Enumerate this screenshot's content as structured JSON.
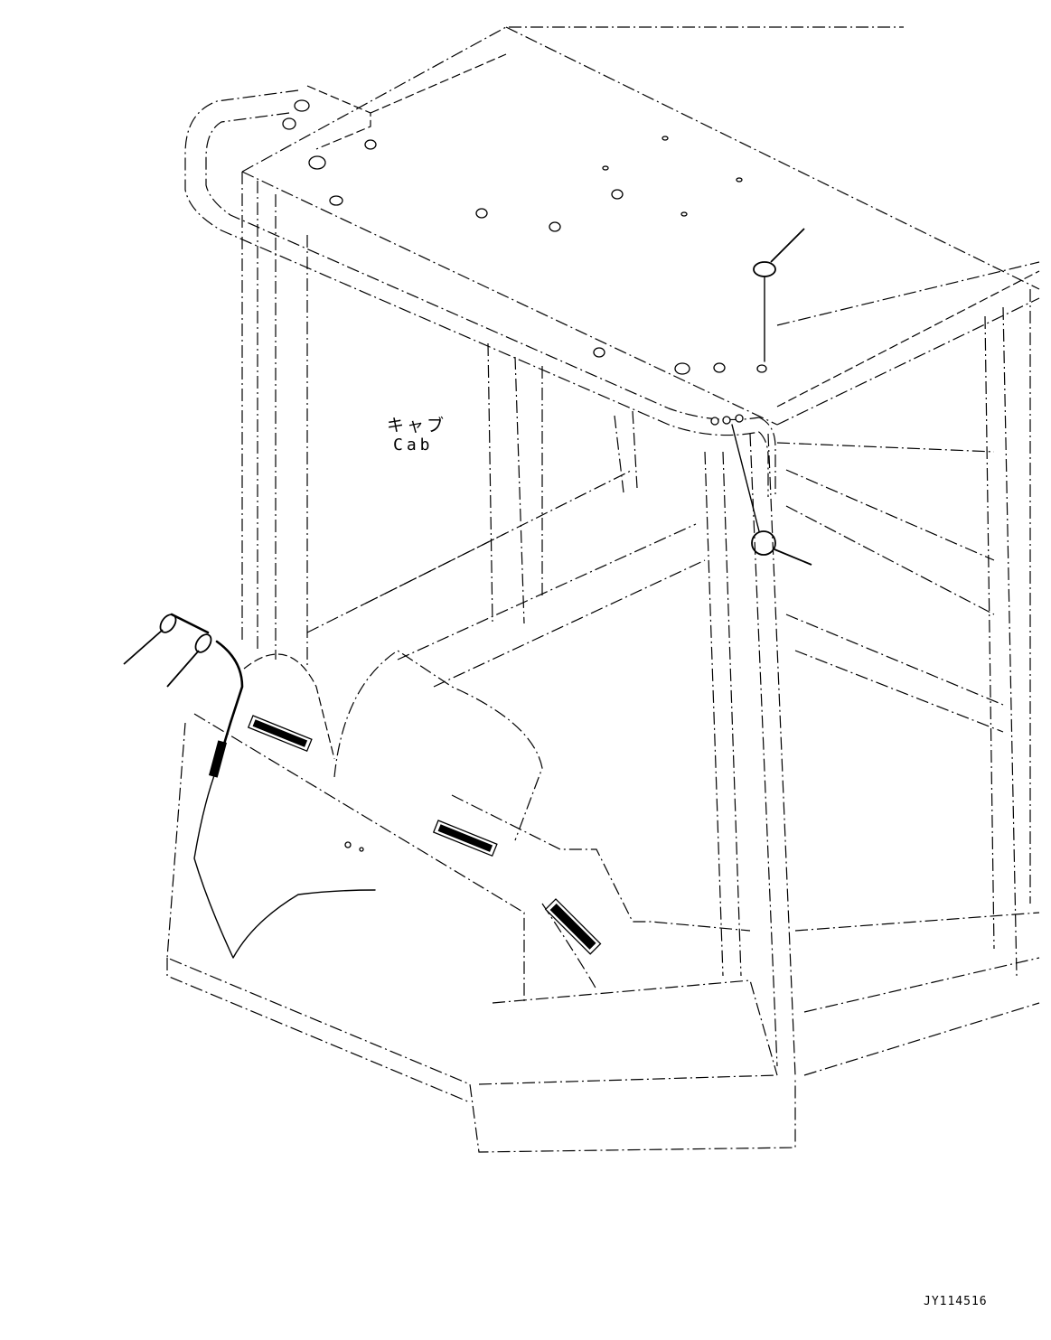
{
  "diagram": {
    "type": "parts-illustration",
    "subject": "cab",
    "labels": {
      "cab_jp": "キャブ",
      "cab_en": "Cab"
    },
    "drawing_number": "JY114516",
    "callouts": [
      {
        "id": "callout-top-right",
        "shape": "flat-oval",
        "position": "upper right, above antenna mount"
      },
      {
        "id": "callout-mid-right",
        "shape": "circle",
        "position": "right of pillar"
      },
      {
        "id": "callout-left-1",
        "shape": "oval",
        "position": "left, wire harness end"
      },
      {
        "id": "callout-left-2",
        "shape": "oval",
        "position": "left, wire harness end"
      }
    ],
    "colors": {
      "line": "#000000",
      "background": "#ffffff"
    }
  }
}
